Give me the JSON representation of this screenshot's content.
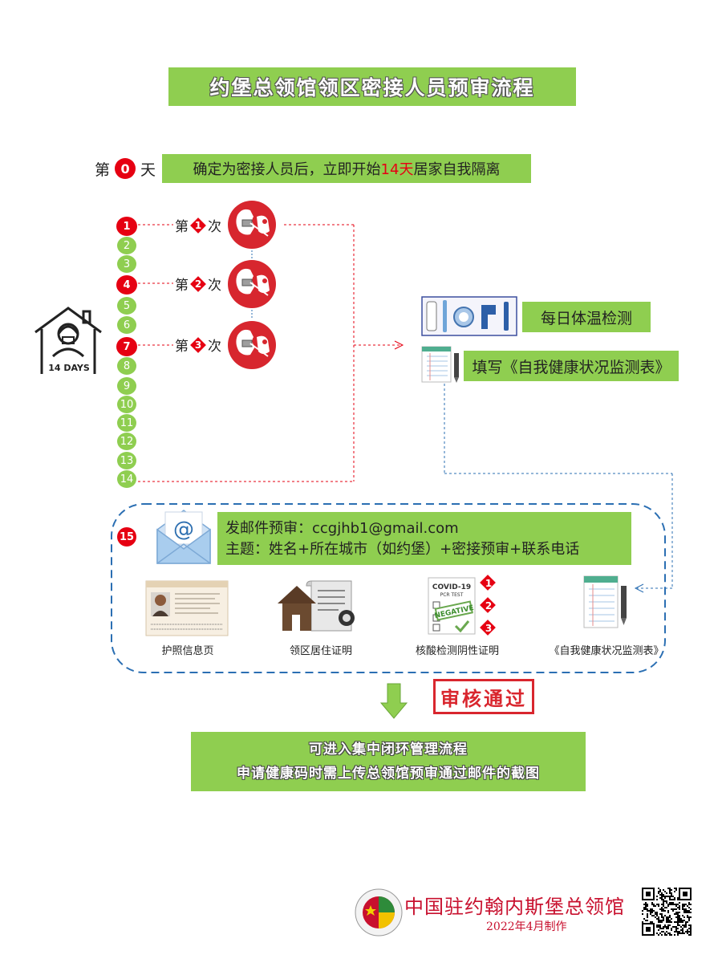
{
  "title": "约堡总领馆领区密接人员预审流程",
  "day0": {
    "prefix": "第",
    "number": "0",
    "suffix": "天",
    "text_before": "确定为密接人员后，立即开始",
    "text_highlight": "14天",
    "text_after": "居家自我隔离"
  },
  "house_label": "14 DAYS",
  "days": [
    "1",
    "2",
    "3",
    "4",
    "5",
    "6",
    "7",
    "8",
    "9",
    "10",
    "11",
    "12",
    "13",
    "14"
  ],
  "red_days": [
    "1",
    "4",
    "7"
  ],
  "tests": [
    {
      "prefix": "第",
      "number": "1",
      "suffix": "次"
    },
    {
      "prefix": "第",
      "number": "2",
      "suffix": "次"
    },
    {
      "prefix": "第",
      "number": "3",
      "suffix": "次"
    }
  ],
  "tasks": {
    "temperature": "每日体温检测",
    "form": "填写《自我健康状况监测表》"
  },
  "step15": {
    "number": "15",
    "email_line": "发邮件预审：ccgjhb1@gmail.com",
    "subject_line": "主题：姓名+所在城市（如约堡）+密接预审+联系电话"
  },
  "documents": [
    {
      "label": "护照信息页"
    },
    {
      "label": "领区居住证明"
    },
    {
      "label": "核酸检测阴性证明",
      "icon_text_1": "COVID-19",
      "icon_text_2": "PCR TEST",
      "stamp": "NEGATIVE",
      "badges": [
        "1",
        "2",
        "3"
      ]
    },
    {
      "label": "《自我健康状况监测表》"
    }
  ],
  "approved": "审核通过",
  "result": {
    "line1": "可进入集中闭环管理流程",
    "line2": "申请健康码时需上传总领馆预审通过邮件的截图"
  },
  "footer": {
    "name": "中国驻约翰内斯堡总领馆",
    "date": "2022年4月制作"
  },
  "colors": {
    "green": "#8fce50",
    "red": "#e60012",
    "blue_dash": "#2b6fb3"
  }
}
